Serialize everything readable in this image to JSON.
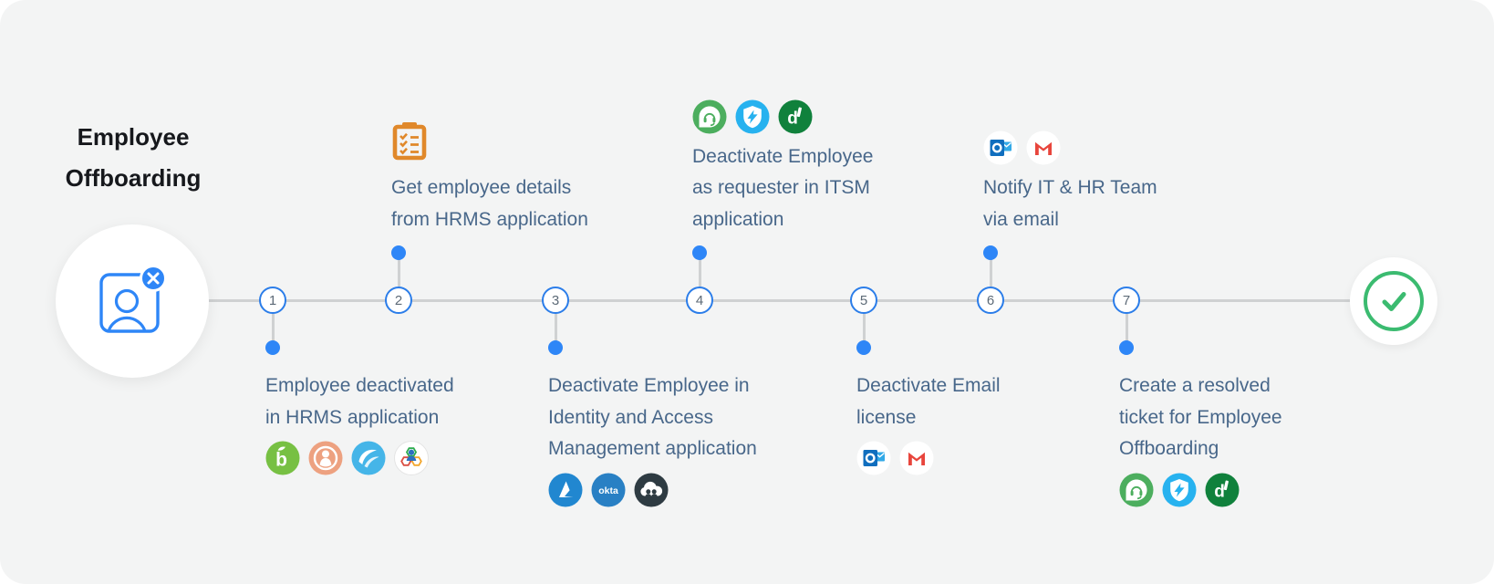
{
  "title": {
    "line1": "Employee",
    "line2": "Offboarding"
  },
  "colors": {
    "background": "#f3f4f4",
    "accent_blue": "#2e86f7",
    "node_border_blue": "#2b7de9",
    "step_text_slate": "#48678a",
    "timeline_gray": "#cfd1d2",
    "check_green": "#3bbb70",
    "clipboard_orange": "#e0882a",
    "title_black": "#16181c",
    "node_number_gray": "#5d6a77"
  },
  "start_node": {
    "icon": "deactivated-employee-icon"
  },
  "end_node": {
    "icon": "success-check-icon"
  },
  "steps": [
    {
      "number": "1",
      "position": "below",
      "lines": [
        "Employee deactivated",
        "in HRMS application"
      ],
      "icons": [
        "bamboohr",
        "people-hr",
        "zoho-people",
        "keka-hr"
      ]
    },
    {
      "number": "2",
      "position": "above",
      "lines": [
        "Get employee details",
        "from HRMS application"
      ],
      "icons": [
        "checklist-clipboard"
      ]
    },
    {
      "number": "3",
      "position": "below",
      "lines": [
        "Deactivate Employee in",
        "Identity and Access",
        "Management application"
      ],
      "icons": [
        "azure-ad",
        "okta",
        "cloud-directory"
      ]
    },
    {
      "number": "4",
      "position": "above",
      "lines": [
        "Deactivate Employee",
        "as requester in ITSM",
        "application"
      ],
      "icons": [
        "freshservice",
        "bolt-shield",
        "servicedesk-plus"
      ]
    },
    {
      "number": "5",
      "position": "below",
      "lines": [
        "Deactivate Email",
        "license"
      ],
      "icons": [
        "outlook",
        "gmail"
      ]
    },
    {
      "number": "6",
      "position": "above",
      "lines": [
        "Notify IT & HR Team",
        "via email"
      ],
      "icons": [
        "outlook",
        "gmail"
      ]
    },
    {
      "number": "7",
      "position": "below",
      "lines": [
        "Create a resolved",
        "ticket for Employee",
        "Offboarding"
      ],
      "icons": [
        "freshservice",
        "bolt-shield",
        "servicedesk-plus"
      ]
    }
  ],
  "okta_label": "okta"
}
